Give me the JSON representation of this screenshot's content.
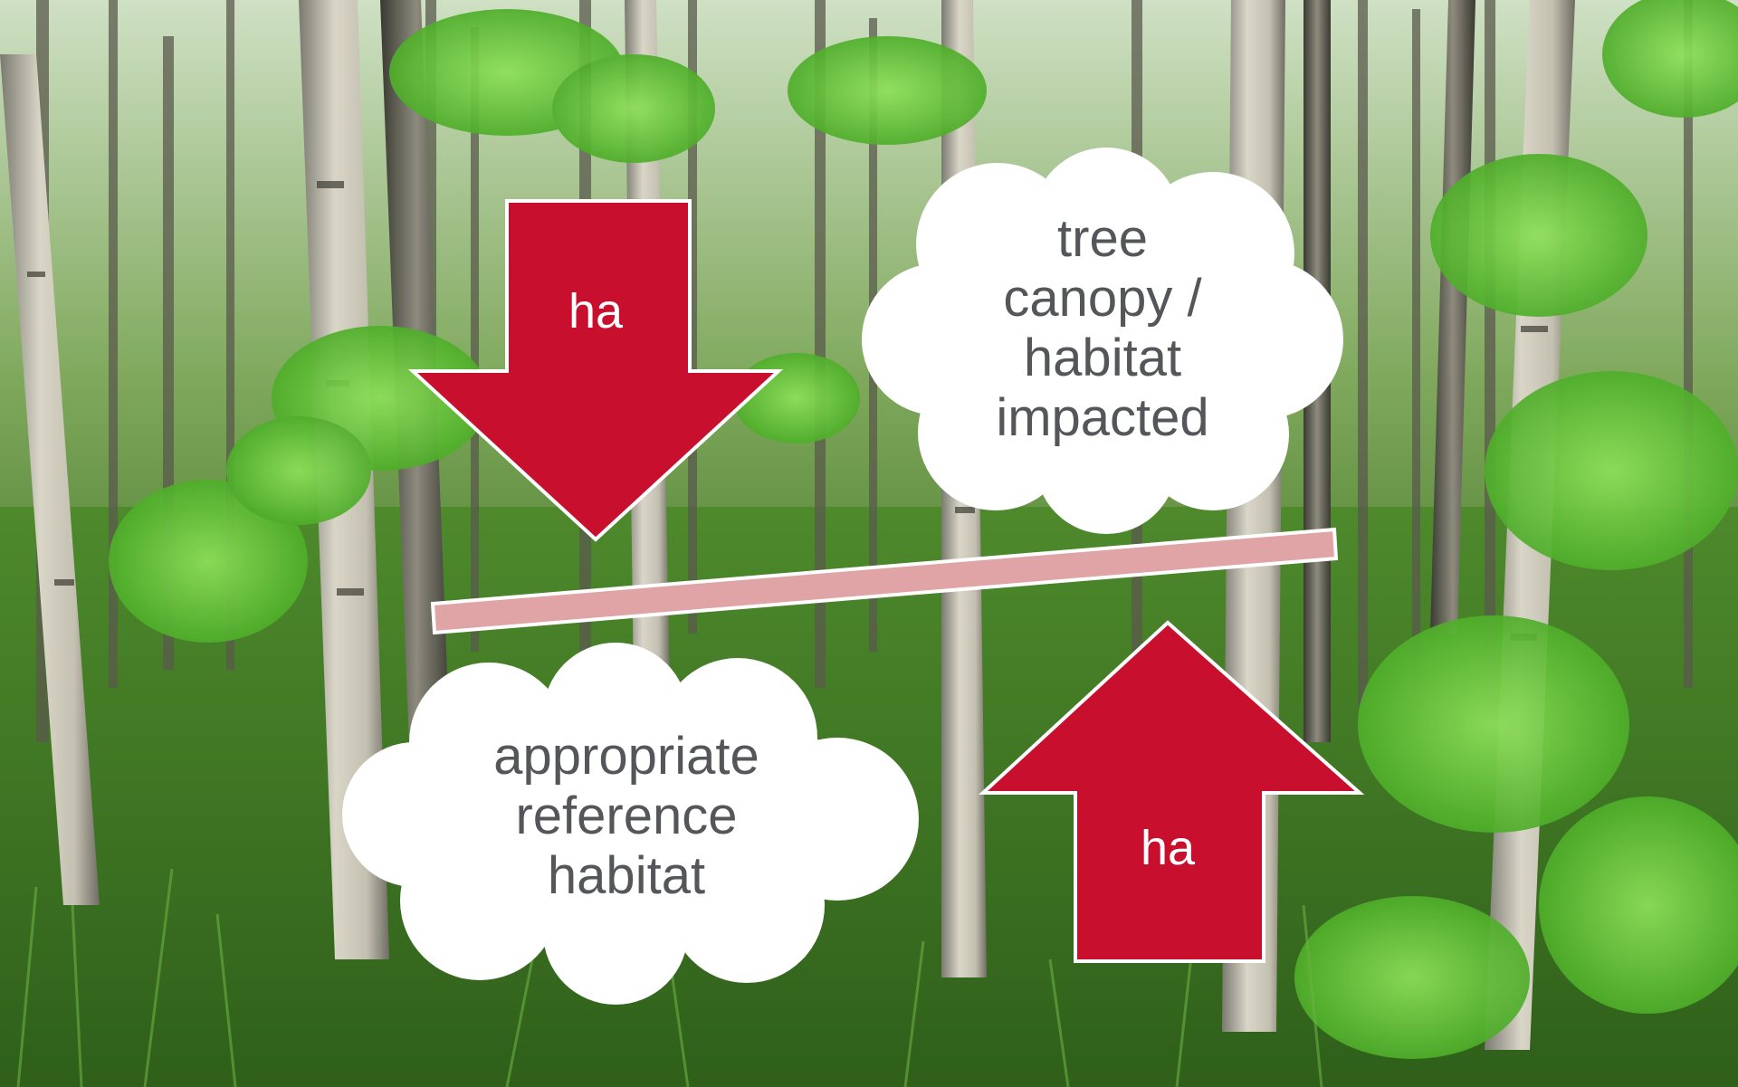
{
  "scene": "forest-photo",
  "colors": {
    "arrow_fill": "#c8102e",
    "arrow_outline": "#ffffff",
    "balance_bar": "#e0a4a6",
    "cloud_fill": "#ffffff",
    "cloud_text": "#55565a"
  },
  "arrows": {
    "down": {
      "label": "ha",
      "direction": "down"
    },
    "up": {
      "label": "ha",
      "direction": "up"
    }
  },
  "clouds": {
    "impacted": {
      "lines": [
        "tree",
        "canopy /",
        "habitat",
        "impacted"
      ]
    },
    "reference": {
      "lines": [
        "appropriate",
        "reference",
        "habitat"
      ]
    }
  },
  "balance_bar": {
    "icon": "balance-beam"
  }
}
